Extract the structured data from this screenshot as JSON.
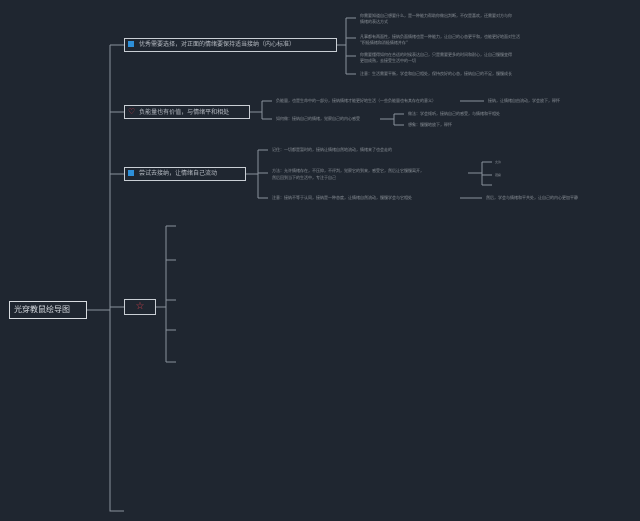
{
  "root": {
    "label": "光穿教鼠绘导图"
  },
  "branches": [
    {
      "label": "优秀需要选择，对正面的情绪要保持适当接纳（内心标准）",
      "icon": "flag-icon"
    },
    {
      "label": "负能量也有价值，与情绪平和相处",
      "icon": "heart-icon"
    },
    {
      "label": "尝试去接纳，让情绪自己流动",
      "icon": "flag-icon"
    },
    {
      "label": "",
      "icon": "star-icon"
    }
  ],
  "leaves_b1": [
    "你需要知道自己想要什么，是一种能力帮助你做出判断，不仅是喜欢，还需要对方与你",
    "情绪的表达方式",
    "凡事都有两面性，接纳负面情绪也是一种能力，让自己的心态更平和，也能更好地面对生活",
    "\"积极情绪和消极情绪并存\"",
    "你需要懂得如何在合适的时候表达自己，只是需要更多的时间和耐心，让自己慢慢变得",
    "更加成熟，去接受生活中的一切",
    "注意：生活需要平衡，学会和自己相处，保持良好的心态，接纳自己的不足，慢慢成长"
  ],
  "leaves_b2": [
    "负能量，也是生命中的一部分，接纳情绪才能更好地生活（一些负能量也有其存在的意义）",
    "接纳，让情绪自由流动，学会放下，释怀",
    "如何做：接纳自己的情绪，觉察自己的内心感受",
    "做法：学会倾听，接纳自己的感受，与情绪和平相处",
    "想象：慢慢地放下，释怀"
  ],
  "leaves_b3": [
    "记住：一切都是暂时的，接纳让情绪自然地流动，情绪来了也会走的",
    "方法：允许情绪存在，不压抑，不评判，觉察它的到来，感受它，然后让它慢慢离开，",
    "然后回到当下的生活中，专注于自己",
    "注意：接纳不等于认同，接纳是一种态度，让情绪自然流动，慢慢学会与它相处",
    "允许",
    "观察",
    "然后，学会与情绪和平共处，让自己的内心更加平静"
  ],
  "leaves_b4": [
    "",
    "",
    "",
    "",
    "",
    ""
  ]
}
